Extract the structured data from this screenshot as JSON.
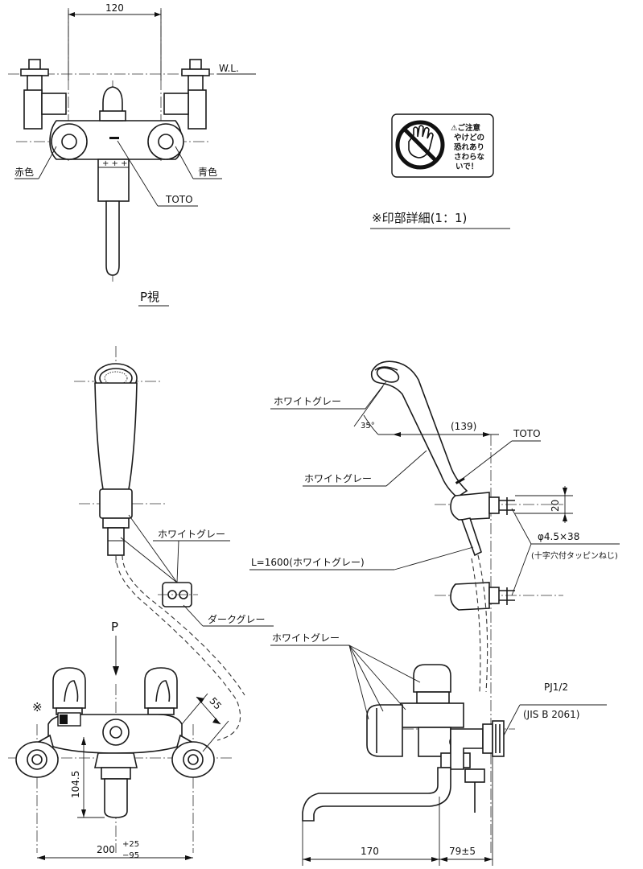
{
  "top_view": {
    "dim_width": "120",
    "wl_label": "W.L.",
    "label_red": "赤色",
    "label_blue": "青色",
    "label_brand": "TOTO",
    "view_label": "P視"
  },
  "caution_mark": {
    "line1": "⚠ご注意",
    "line2": "やけどの",
    "line3": "恐れあり",
    "line4": "さわらな",
    "line5": "いで！",
    "caption": "※印部詳細(1：1)"
  },
  "hand_shower_front": {
    "label_white_gray": "ホワイトグレー",
    "label_dark_gray": "ダークグレー"
  },
  "side_view": {
    "label_white_gray_head": "ホワイトグレー",
    "angle": "35°",
    "dim_139": "(139)",
    "label_brand": "TOTO",
    "label_white_gray_handle": "ホワイトグレー",
    "dim_20": "20",
    "screw_size": "φ4.5×38",
    "screw_desc": "(十字穴付タッピンねじ)",
    "hose_label": "L=1600(ホワイトグレー)",
    "label_white_gray_body": "ホワイトグレー",
    "pipe_thread": "PJ1/2",
    "pipe_standard": "(JIS B 2061)",
    "dim_170": "170",
    "dim_79": "79±5"
  },
  "front_view": {
    "arrow_label": "P",
    "asterisk": "※",
    "dim_55": "55",
    "dim_104": "104.5",
    "dim_200": "200",
    "tol_upper": "+25",
    "tol_lower": "−95"
  }
}
